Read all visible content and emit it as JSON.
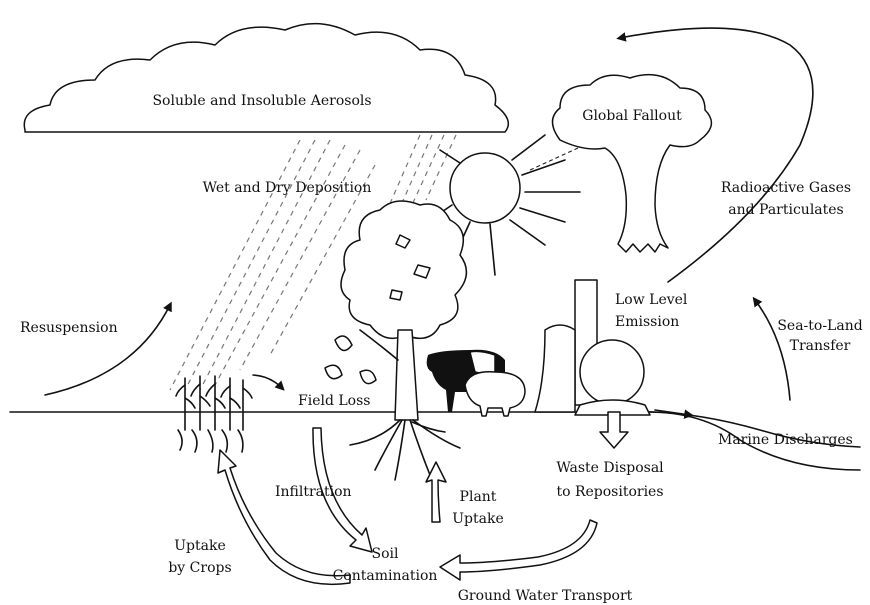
{
  "labels": {
    "aerosols": "Soluble and Insoluble Aerosols",
    "global_fallout": "Global Fallout",
    "wet_dry_deposition": "Wet and Dry Deposition",
    "radioactive_gases_1": "Radioactive Gases",
    "radioactive_gases_2": "and Particulates",
    "low_level_1": "Low Level",
    "low_level_2": "Emission",
    "resuspension": "Resuspension",
    "sea_to_land_1": "Sea-to-Land",
    "sea_to_land_2": "Transfer",
    "field_loss": "Field Loss",
    "marine_discharges": "Marine Discharges",
    "waste_disposal_1": "Waste Disposal",
    "waste_disposal_2": "to Repositories",
    "infiltration": "Infiltration",
    "plant_uptake_1": "Plant",
    "plant_uptake_2": "Uptake",
    "uptake_crops_1": "Uptake",
    "uptake_crops_2": "by Crops",
    "soil_contamination_1": "Soil",
    "soil_contamination_2": "Contamination",
    "ground_water": "Ground Water Transport"
  },
  "colors": {
    "ink": "#111111",
    "rain": "#777777",
    "background": "#ffffff"
  }
}
